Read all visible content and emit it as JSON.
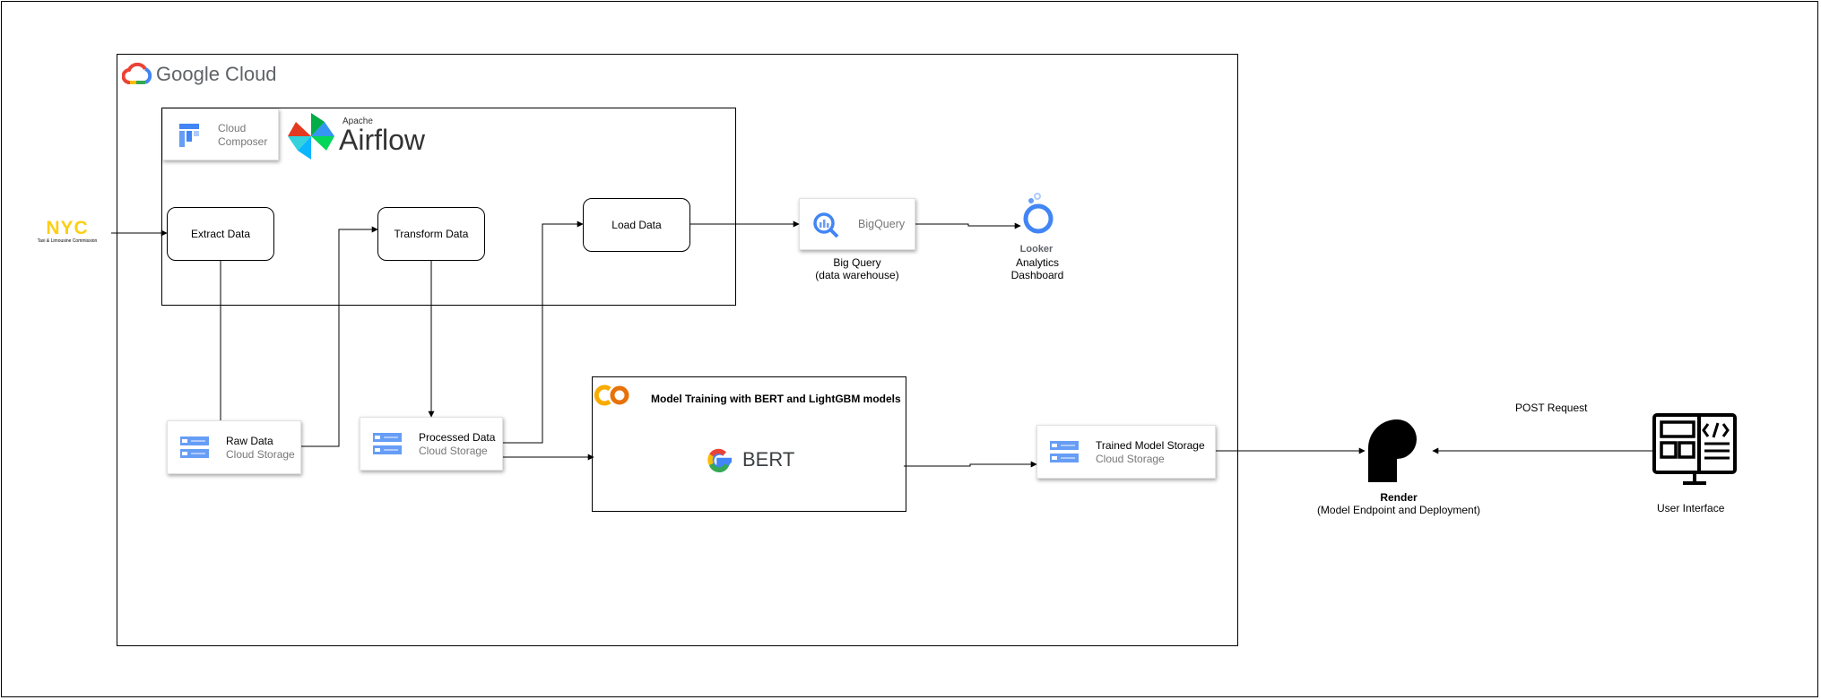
{
  "gcp": {
    "logo_text": "Google Cloud"
  },
  "composer": {
    "line1": "Cloud",
    "line2": "Composer"
  },
  "airflow": {
    "small": "Apache",
    "big": "Airflow"
  },
  "nyc": {
    "logo": "NYC",
    "sub": "Taxi & Limousine Commission"
  },
  "steps": {
    "extract": "Extract Data",
    "transform": "Transform Data",
    "load": "Load Data"
  },
  "bigquery": {
    "card": "BigQuery",
    "caption1": "Big Query",
    "caption2": "(data warehouse)"
  },
  "looker": {
    "logo": "Looker",
    "caption1": "Analytics",
    "caption2": "Dashboard"
  },
  "storage": {
    "raw": {
      "title": "Raw Data",
      "sub": "Cloud Storage"
    },
    "processed": {
      "title": "Processed Data",
      "sub": "Cloud Storage"
    },
    "trained": {
      "title": "Trained Model Storage",
      "sub": "Cloud Storage"
    }
  },
  "colab": {
    "logo": "CO",
    "title": "Model Training with BERT and LightGBM models",
    "bert": "BERT"
  },
  "render": {
    "title": "Render",
    "sub": "(Model Endpoint and Deployment)"
  },
  "ui": {
    "post": "POST Request",
    "label": "User Interface"
  },
  "colors": {
    "google_blue": "#4285F4",
    "google_red": "#EA4335",
    "google_yellow": "#FBBC05",
    "google_green": "#34A853",
    "nyc_yellow": "#FCCF15",
    "storage_blue": "#5C85DE"
  }
}
